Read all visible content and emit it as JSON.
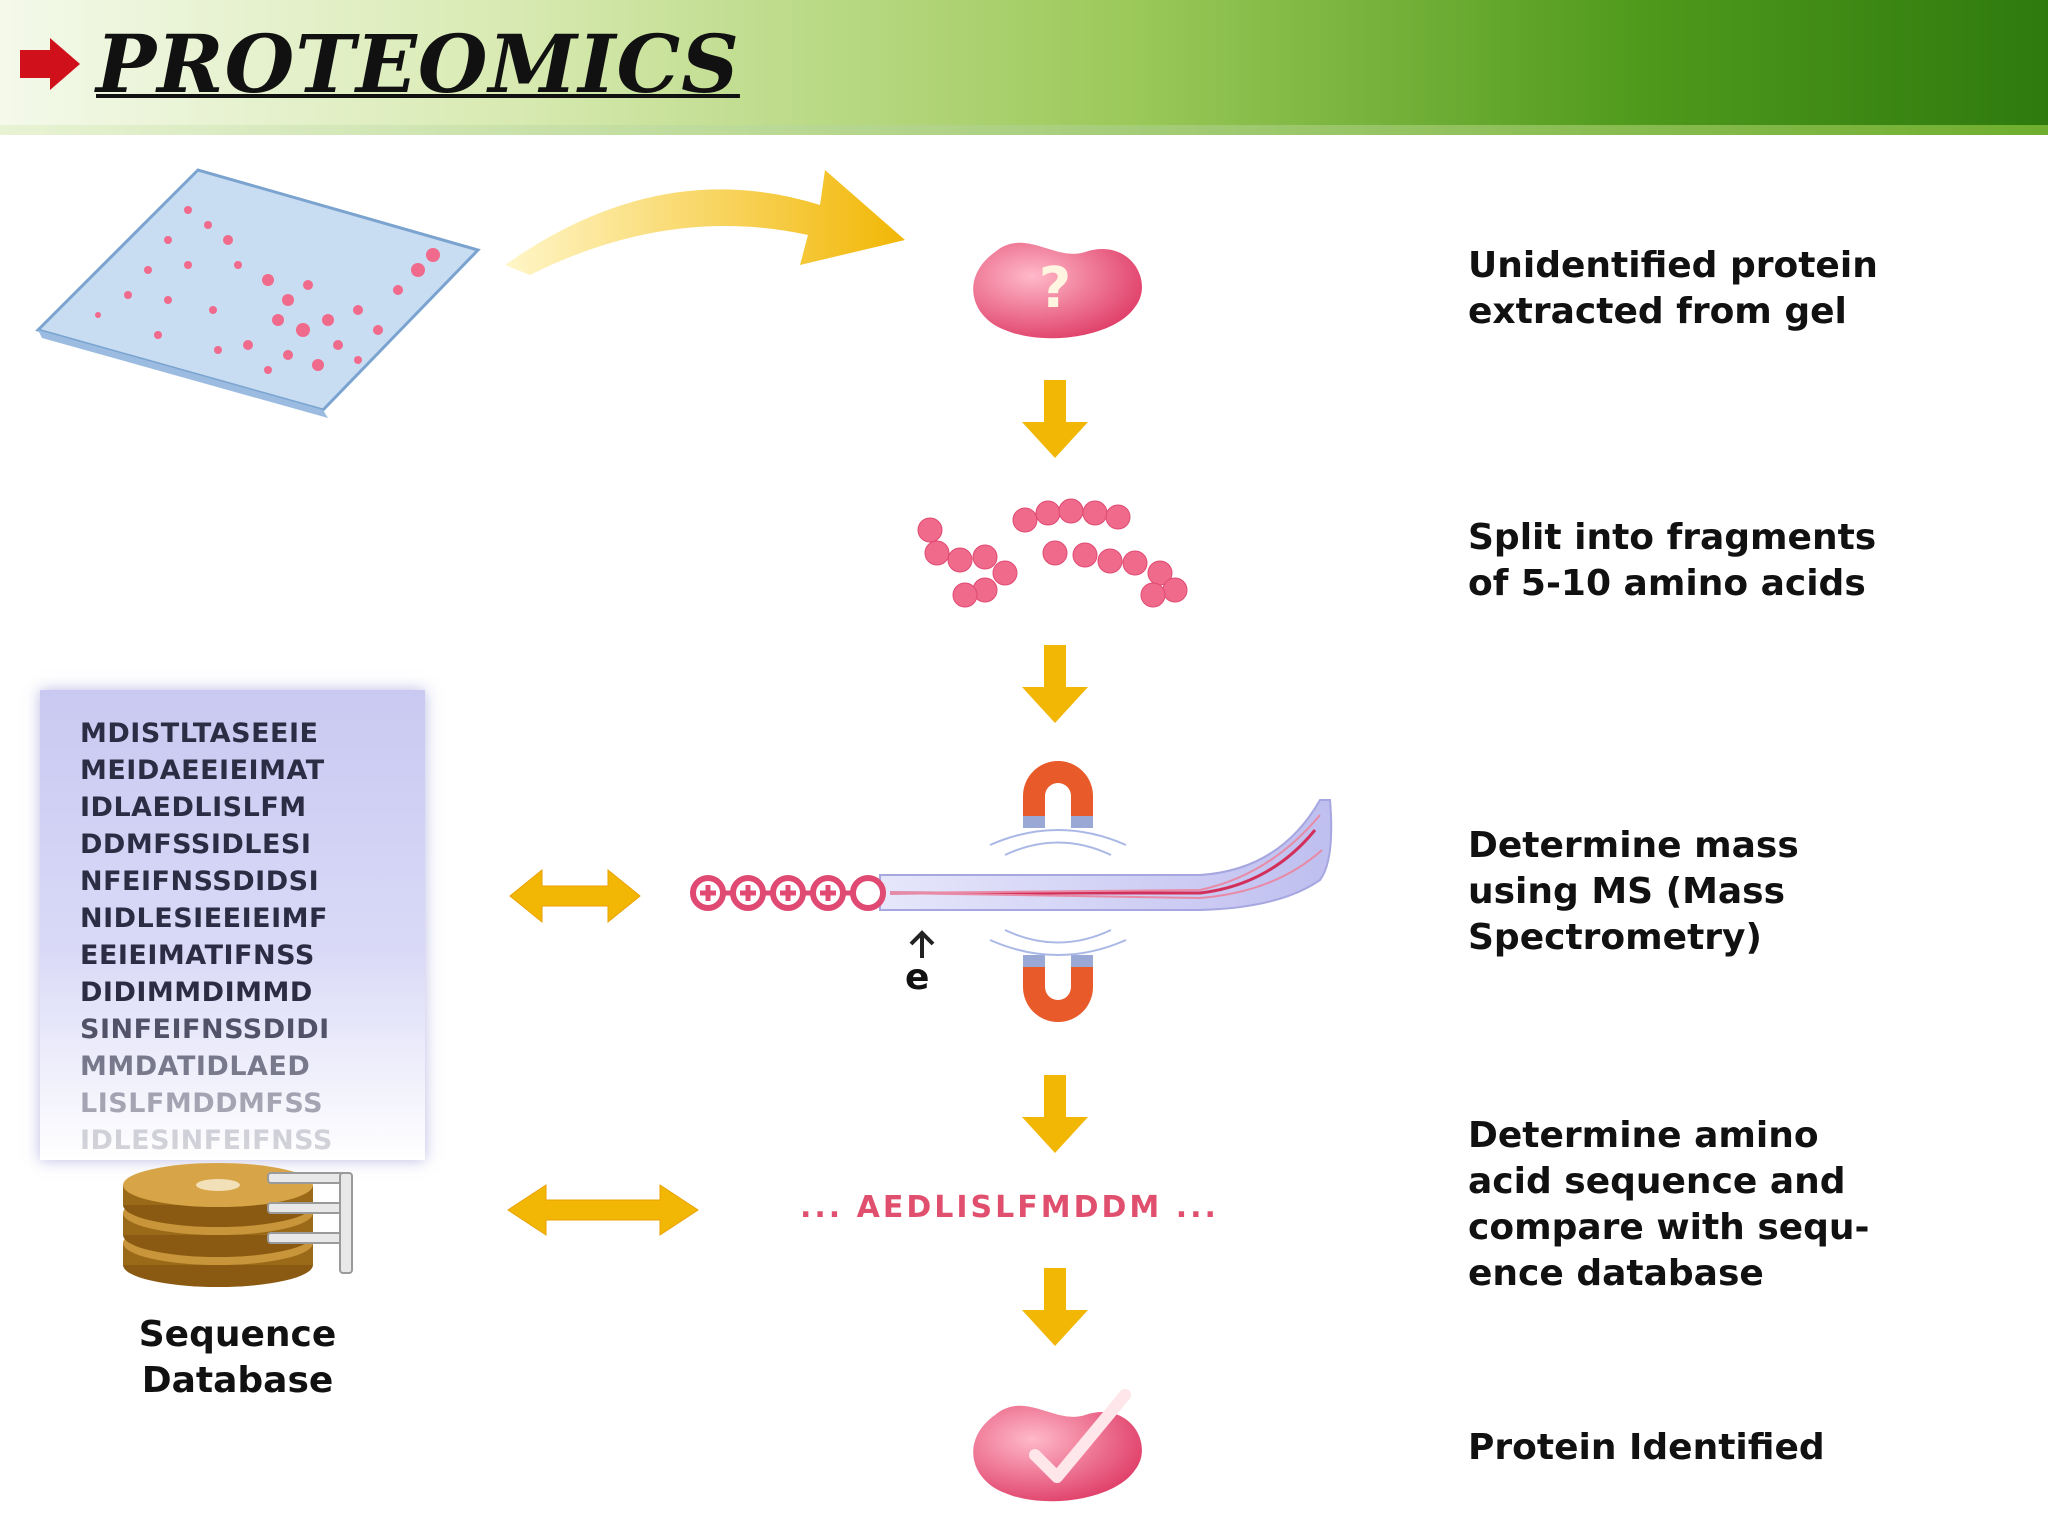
{
  "slide": {
    "title": "PROTEOMICS"
  },
  "steps": [
    {
      "line1": "Unidentified protein",
      "line2": "extracted from gel"
    },
    {
      "line1": "Split into fragments",
      "line2": "of 5-10 amino acids"
    },
    {
      "line1": "Determine mass",
      "line2": "using MS (Mass",
      "line3": "Spectrometry)"
    },
    {
      "line1": "Determine amino",
      "line2": "acid sequence and",
      "line3": "compare with sequ-",
      "line4": "ence database"
    },
    {
      "line1": "Protein Identified"
    }
  ],
  "sequence_list": [
    "MDISTLTASEEIE",
    "MEIDAEEIEIMAT",
    "IDLAEDLISLFM",
    "DDMFSSIDLESI",
    "NFEIFNSSDIDSI",
    "NIDLESIEEIEIMF",
    "EEIEIMATIFNSS",
    "DIDIMMDIMMD",
    "SINFEIFNSSDIDI",
    "MMDATIDLAED",
    "LISLFMDDMFSS",
    "IDLESINFEIFNSS"
  ],
  "fragment_sequence": "... AEDLISLFMDDM ...",
  "database": {
    "line1": "Sequence",
    "line2": "Database"
  },
  "electron_label": "e",
  "question_mark": "?",
  "colors": {
    "arrow": "#f2b705",
    "protein": "#f06a8c",
    "header_dark": "#2f7a0e",
    "bullet": "#d0101a"
  },
  "icons": [
    "gel-plate-icon",
    "curved-arrow-icon",
    "protein-unknown-icon",
    "down-arrow-icon",
    "fragments-icon",
    "magnet-icon",
    "mass-spectrometer-icon",
    "double-arrow-icon",
    "disk-stack-icon",
    "protein-identified-icon",
    "checkmark-icon"
  ]
}
